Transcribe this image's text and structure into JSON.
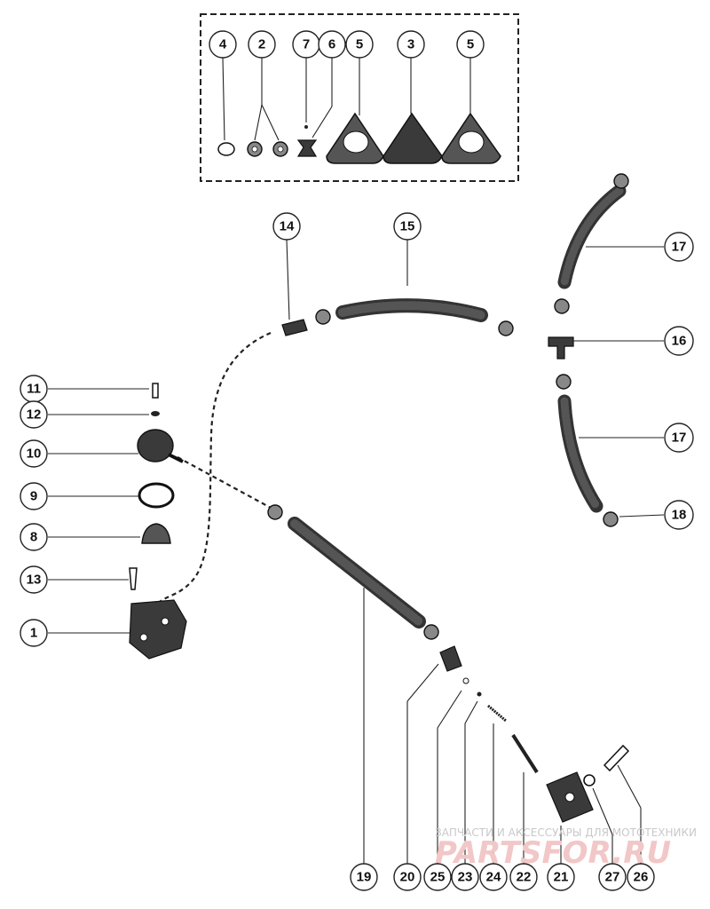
{
  "callouts": {
    "c4": "4",
    "c2": "2",
    "c7": "7",
    "c6": "6",
    "c5a": "5",
    "c3": "3",
    "c5b": "5",
    "c14": "14",
    "c15": "15",
    "c17a": "17",
    "c16": "16",
    "c17b": "17",
    "c18": "18",
    "c11": "11",
    "c12": "12",
    "c10": "10",
    "c9": "9",
    "c8": "8",
    "c13": "13",
    "c1": "1",
    "c19": "19",
    "c20": "20",
    "c25": "25",
    "c23": "23",
    "c24": "24",
    "c22": "22",
    "c21": "21",
    "c27": "27",
    "c26": "26"
  },
  "watermark": {
    "line1": "ЗАПЧАСТИ И АКСЕССУАРЫ ДЛЯ МОТОТЕХНИКИ",
    "line2": "PARTSFOR.RU"
  },
  "colors": {
    "line": "#222222",
    "part_fill": "#3a3a3a",
    "watermark": "#f2c7c7"
  }
}
